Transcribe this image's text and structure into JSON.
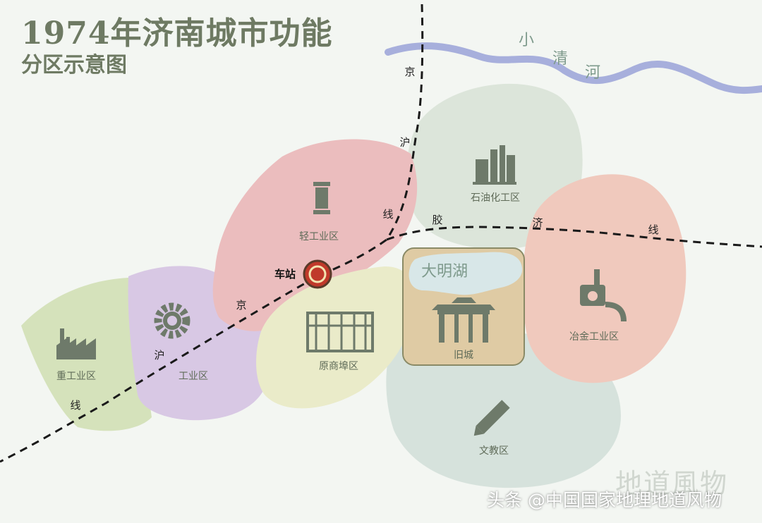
{
  "title": {
    "line1": "1974年济南城市功能",
    "line2": "分区示意图"
  },
  "river": {
    "chars": [
      "小",
      "清",
      "河"
    ],
    "color": "#a7afdc"
  },
  "railways": {
    "jinghu": [
      "京",
      "沪",
      "线"
    ],
    "jinghu_lower": [
      "京",
      "沪",
      "线"
    ],
    "jiaoji": [
      "胶",
      "济",
      "线"
    ]
  },
  "station": {
    "label": "车站"
  },
  "zones": [
    {
      "id": "heavy",
      "label": "重工业区",
      "icon": "factory-icon",
      "color": "#d5e2bb"
    },
    {
      "id": "industrial",
      "label": "工业区",
      "icon": "gear-icon",
      "color": "#d8c8e4"
    },
    {
      "id": "light",
      "label": "轻工业区",
      "icon": "spool-icon",
      "color": "#ebbdbe"
    },
    {
      "id": "commerce",
      "label": "原商埠区",
      "icon": "abacus-icon",
      "color": "#eaebc9"
    },
    {
      "id": "petro",
      "label": "石油化工区",
      "icon": "refinery-icon",
      "color": "#dce5da"
    },
    {
      "id": "old",
      "label": "旧城",
      "icon": "archway-icon",
      "color": "#dfcba4"
    },
    {
      "id": "metal",
      "label": "冶金工业区",
      "icon": "ladle-icon",
      "color": "#f0c9bd"
    },
    {
      "id": "edu",
      "label": "文教区",
      "icon": "pencil-icon",
      "color": "#d6e2dc"
    }
  ],
  "lake": {
    "label": "大明湖"
  },
  "brand": "地道風物",
  "watermark": "头条 @中国国家地理地道风物",
  "icon_color": "#6e7a6a"
}
